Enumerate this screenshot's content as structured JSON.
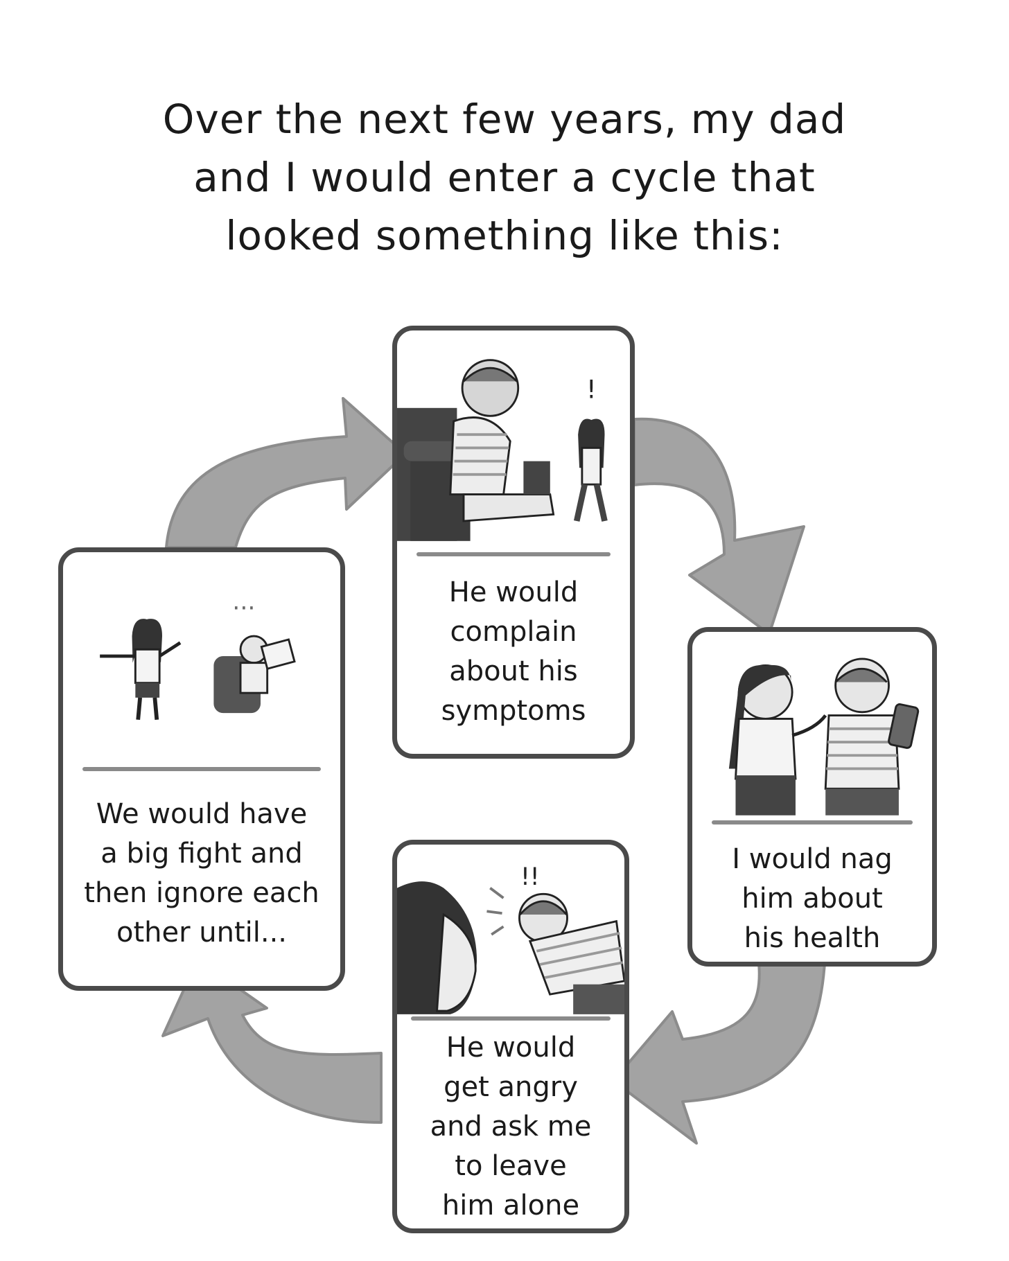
{
  "title_lines": [
    "Over the next few years, my dad",
    "and I would enter a cycle that",
    "looked something like this:"
  ],
  "colors": {
    "arrow": "#a3a3a3",
    "arrow_outline": "#8c8c8c",
    "border": "#4a4a4a",
    "dark_fill": "#444444",
    "mid_fill": "#8a8a8a",
    "light_fill": "#d6d6d6"
  },
  "cards": {
    "top": {
      "lines": [
        "He would",
        "complain",
        "about his",
        "symptoms"
      ],
      "exclaim": "!"
    },
    "right": {
      "lines": [
        "I would nag",
        "him about",
        "his health"
      ]
    },
    "bottom": {
      "lines": [
        "He would",
        "get angry",
        "and ask me",
        "to leave",
        "him alone"
      ],
      "exclaim": "!!"
    },
    "left": {
      "lines": [
        "We would have",
        "a big fight and",
        "then ignore each",
        "other until..."
      ],
      "ellipsis": "..."
    }
  }
}
